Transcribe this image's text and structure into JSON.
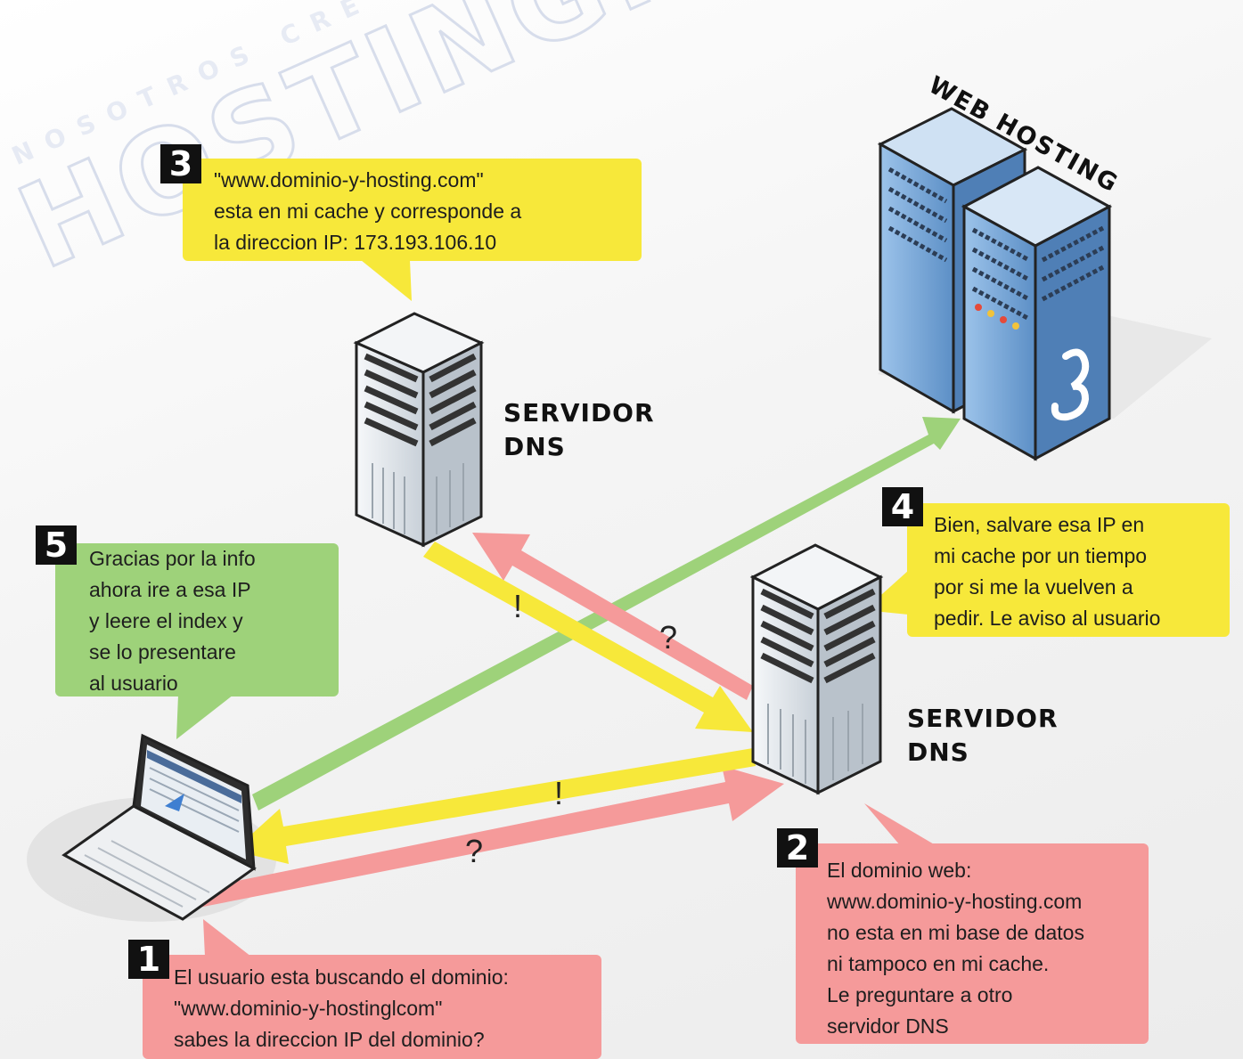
{
  "watermark": {
    "line1": "NOSOTROS CRE",
    "line2": "HOSTING.COM"
  },
  "labels": {
    "web_hosting": "WEB HOSTING",
    "dns_upper": "SERVIDOR\nDNS",
    "dns_lower": "SERVIDOR\nDNS"
  },
  "steps": [
    {
      "number": "1",
      "text": "El usuario esta buscando el dominio:\n\"www.dominio-y-hostinglcom\"\nsabes la direccion IP del dominio?"
    },
    {
      "number": "2",
      "text": "El dominio web:\nwww.dominio-y-hosting.com\nno esta en mi base de datos\nni tampoco en mi cache.\nLe preguntare a otro\nservidor DNS"
    },
    {
      "number": "3",
      "text": "\"www.dominio-y-hosting.com\"\nesta en mi cache y corresponde a\nla direccion IP: 173.193.106.10"
    },
    {
      "number": "4",
      "text": "Bien, salvare esa IP en\nmi cache por un tiempo\npor si me la vuelven a\npedir. Le aviso al usuario"
    },
    {
      "number": "5",
      "text": "Gracias por la info\nahora ire a esa IP\ny leere el index y\nse lo presentare\nal usuario"
    }
  ],
  "marks": {
    "question_top": "?",
    "exclaim_top": "!",
    "question_bottom": "?",
    "exclaim_bottom": "!"
  },
  "colors": {
    "yellow": "#f7e83a",
    "red": "#f59a9a",
    "green": "#9ed27a",
    "server_blue": "#6b9bd0",
    "server_white": "#eceff3"
  }
}
